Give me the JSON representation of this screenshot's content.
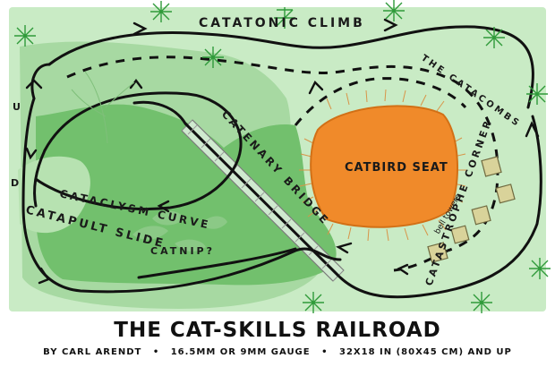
{
  "title": "THE CAT-SKILLS RAILROAD",
  "credit": {
    "author": "BY CARL ARENDT",
    "gauge": "16.5MM OR 9MM GAUGE",
    "size": "32X18 IN (80X45 CM) AND UP"
  },
  "labels": {
    "catatonic_climb": "CATATONIC CLIMB",
    "catacombs": "THE CATACOMBS",
    "catbird_seat": "CATBIRD SEAT",
    "catenary_bridge": "CATENARY BRIDGE",
    "cataclysm_curve": "CATACLYSM CURVE",
    "catnip": "CATNIP?",
    "catapult_slide": "CATAPULT SLIDE",
    "catastrophe_corner": "CATASTROPHE CORNER",
    "bell_towers": "bell towers",
    "up_left": "U",
    "down_left": "D"
  },
  "colors": {
    "board": "#c9ebc5",
    "mid_green": "#a7d9a2",
    "dark_green": "#72c06d",
    "track": "#111111",
    "seat": "#f08a2a",
    "seat_fringe": "#d89448",
    "tower": "#d9d39a",
    "tree": "#2f9a3a"
  },
  "icons": [
    "tree-icon",
    "arrow-icon",
    "leaf-icon"
  ]
}
